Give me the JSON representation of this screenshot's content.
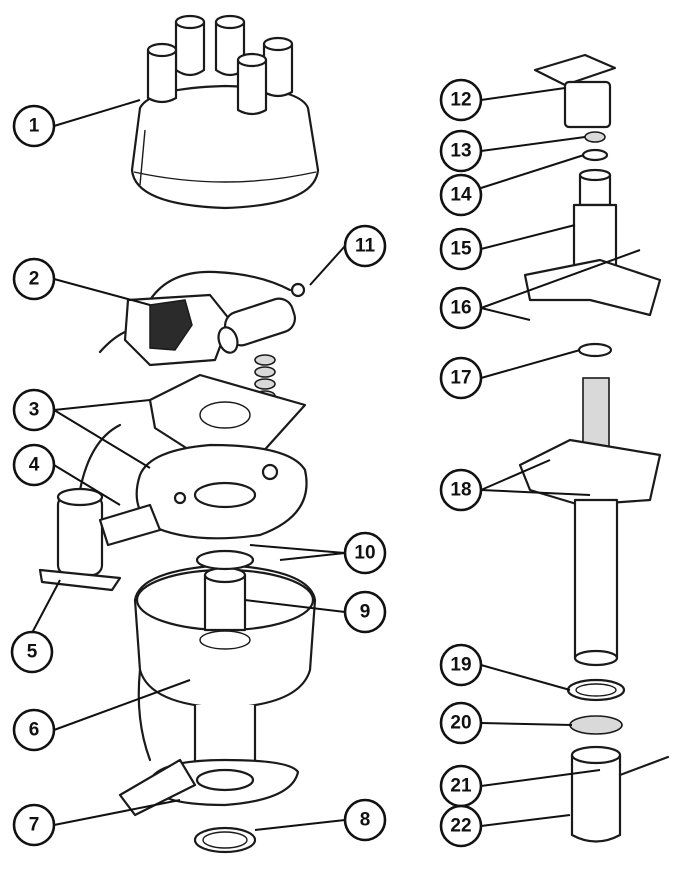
{
  "callouts": [
    {
      "id": "1",
      "label": "1"
    },
    {
      "id": "2",
      "label": "2"
    },
    {
      "id": "3",
      "label": "3"
    },
    {
      "id": "4",
      "label": "4"
    },
    {
      "id": "5",
      "label": "5"
    },
    {
      "id": "6",
      "label": "6"
    },
    {
      "id": "7",
      "label": "7"
    },
    {
      "id": "8",
      "label": "8"
    },
    {
      "id": "9",
      "label": "9"
    },
    {
      "id": "10",
      "label": "10"
    },
    {
      "id": "11",
      "label": "11"
    },
    {
      "id": "12",
      "label": "12"
    },
    {
      "id": "13",
      "label": "13"
    },
    {
      "id": "14",
      "label": "14"
    },
    {
      "id": "15",
      "label": "15"
    },
    {
      "id": "16",
      "label": "16"
    },
    {
      "id": "17",
      "label": "17"
    },
    {
      "id": "18",
      "label": "18"
    },
    {
      "id": "19",
      "label": "19"
    },
    {
      "id": "20",
      "label": "20"
    },
    {
      "id": "21",
      "label": "21"
    },
    {
      "id": "22",
      "label": "22"
    }
  ],
  "colors": {
    "ink": "#1a1a1a",
    "paper": "#ffffff"
  }
}
